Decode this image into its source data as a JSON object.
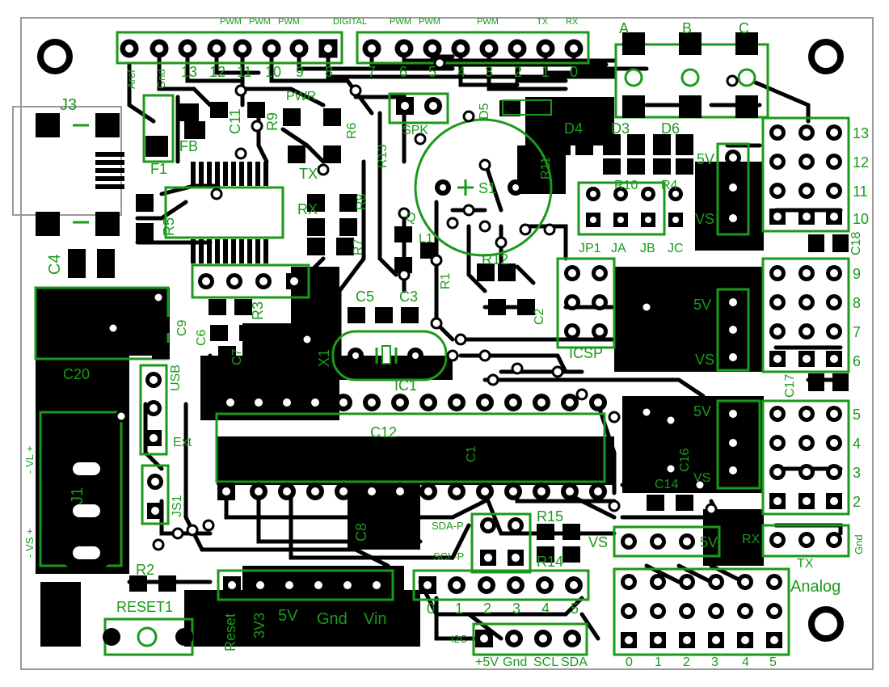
{
  "colors": {
    "silk": "#1a9a1a",
    "copper": "#000000",
    "board": "#ffffff",
    "edge": "#9a9a9a"
  },
  "headers": {
    "top_left": {
      "signal": [
        "PWM",
        "PWM",
        "PWM",
        "DIGITAL"
      ],
      "pins": [
        "Aref",
        "Gnd",
        "13",
        "12",
        "11",
        "10",
        "9",
        "8"
      ]
    },
    "top_right": {
      "signal": [
        "PWM",
        "PWM",
        "PWM",
        "TX",
        "RX"
      ],
      "pins": [
        "7",
        "6",
        "5",
        "4",
        "3",
        "2",
        "1",
        "0"
      ]
    },
    "power": [
      "Reset",
      "3V3",
      "5V",
      "Gnd",
      "Vin"
    ],
    "analog_row": [
      "0",
      "1",
      "2",
      "3",
      "4",
      "5"
    ],
    "i2c": {
      "tag": "I2C",
      "pins": [
        "+5V",
        "Gnd",
        "SCL",
        "SDA"
      ]
    },
    "analog_block": {
      "title": "Analog",
      "pins": [
        "0",
        "1",
        "2",
        "3",
        "4",
        "5"
      ]
    },
    "side_right": [
      "13",
      "12",
      "11",
      "10",
      "9",
      "8",
      "7",
      "6",
      "5",
      "4",
      "3",
      "2",
      "Gnd"
    ]
  },
  "refs": {
    "J3": "J3",
    "FB": "FB",
    "F1": "F1",
    "C11": "C11",
    "R9": "R9",
    "PWR": "PWR",
    "TX": "TX",
    "RX": "RX",
    "R6": "R6",
    "R5": "R5",
    "R8": "R8",
    "R13": "R13",
    "R7": "R7",
    "C4": "C4",
    "C3": "C3",
    "C5": "C5",
    "SPK": "SPK",
    "D5": "D5",
    "S1": "S1",
    "D4": "D4",
    "D3": "D3",
    "D6": "D6",
    "R11": "R11",
    "R12": "R12",
    "R10": "R10",
    "R4": "R4",
    "Q": "Q",
    "L1": "L1",
    "R1": "R1",
    "C2": "C2",
    "ICSP": "ICSP",
    "JP1": "JP1",
    "JA": "JA",
    "JB": "JB",
    "JC": "JC",
    "C18": "C18",
    "C17": "C17",
    "C16": "C16",
    "C14": "C14",
    "X1": "X1",
    "IC1": "IC1",
    "C12": "C12",
    "C1": "C1",
    "C8": "C8",
    "C20": "C20",
    "C6": "C6",
    "C9": "C9",
    "C7": "C7",
    "R3": "R3",
    "J1": "J1",
    "JS1": "JS1",
    "USB": "USB",
    "Ext": "Ext",
    "R2": "R2",
    "RESET1": "RESET1",
    "R15": "R15",
    "R14": "R14",
    "SDA-P": "SDA-P",
    "SCL-P": "SCL-P",
    "5V": "5V",
    "VS": "VS",
    "A": "A",
    "B": "B",
    "C": "C",
    "VL": "- VL +",
    "VS_in": "- VS +"
  }
}
